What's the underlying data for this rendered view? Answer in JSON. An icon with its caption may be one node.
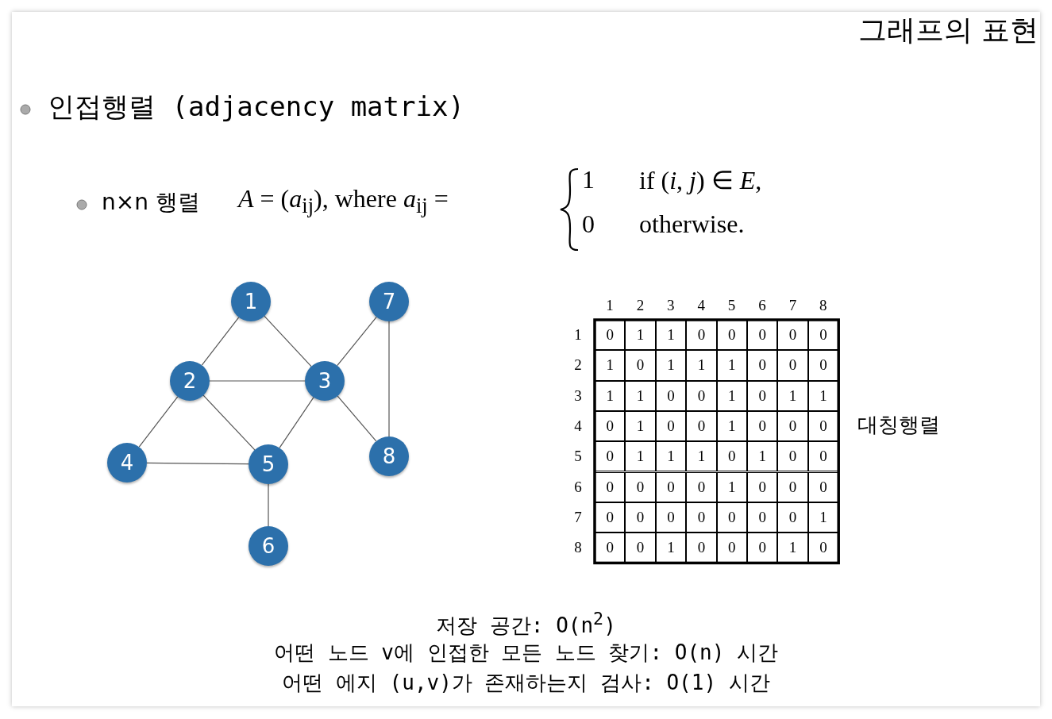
{
  "diagram": {
    "title": "그래프의 표현",
    "nodes": [
      {
        "text": [
          "1"
        ]
      },
      {
        "text": [
          "2"
        ]
      },
      {
        "text": [
          "3"
        ]
      },
      {
        "text": [
          "4"
        ]
      },
      {
        "text": [
          "5"
        ]
      },
      {
        "text": [
          "6"
        ]
      },
      {
        "text": [
          "7"
        ]
      },
      {
        "text": [
          "8"
        ]
      }
    ],
    "edges": [
      {
        "from": 0,
        "to": 1,
        "arrow": "none"
      },
      {
        "from": 0,
        "to": 2,
        "arrow": "none"
      },
      {
        "from": 1,
        "to": 2,
        "arrow": "none"
      },
      {
        "from": 1,
        "to": 3,
        "arrow": "none"
      },
      {
        "from": 1,
        "to": 4,
        "arrow": "none"
      },
      {
        "from": 2,
        "to": 4,
        "arrow": "none"
      },
      {
        "from": 2,
        "to": 6,
        "arrow": "none"
      },
      {
        "from": 2,
        "to": 7,
        "arrow": "none"
      },
      {
        "from": 3,
        "to": 4,
        "arrow": "none"
      },
      {
        "from": 4,
        "to": 5,
        "arrow": "none"
      },
      {
        "from": 6,
        "to": 7,
        "arrow": "none"
      }
    ],
    "labels": [
      "인접행렬 (adjacency matrix)",
      "n×n 행렬",
      "*A* = (*a*$_{ij}$), where *a*$_{ij}$ =",
      "1",
      "if (*i*, *j*) ∈ *E*,",
      "0",
      "otherwise.",
      "1",
      "2",
      "3",
      "4",
      "5",
      "6",
      "7",
      "8",
      "1",
      "0",
      "1",
      "1",
      "0",
      "0",
      "0",
      "0",
      "0",
      "2",
      "1",
      "0",
      "1",
      "1",
      "1",
      "0",
      "0",
      "0",
      "3",
      "1",
      "1",
      "0",
      "0",
      "1",
      "0",
      "1",
      "1",
      "4",
      "0",
      "1",
      "0",
      "0",
      "1",
      "0",
      "0",
      "0",
      "5",
      "0",
      "1",
      "1",
      "1",
      "0",
      "1",
      "0",
      "0",
      "6",
      "0",
      "0",
      "0",
      "0",
      "1",
      "0",
      "0",
      "0",
      "7",
      "0",
      "0",
      "0",
      "0",
      "0",
      "0",
      "0",
      "1",
      "8",
      "0",
      "0",
      "1",
      "0",
      "0",
      "0",
      "1",
      "0",
      "대칭행렬",
      "저장 공간: O(n$^{2}$)",
      "어떤 노드 v에 인접한 모든 노드 찾기: O(n) 시간",
      "어떤 에지 (u,v)가 존재하는지 검사: O(1) 시간"
    ]
  }
}
